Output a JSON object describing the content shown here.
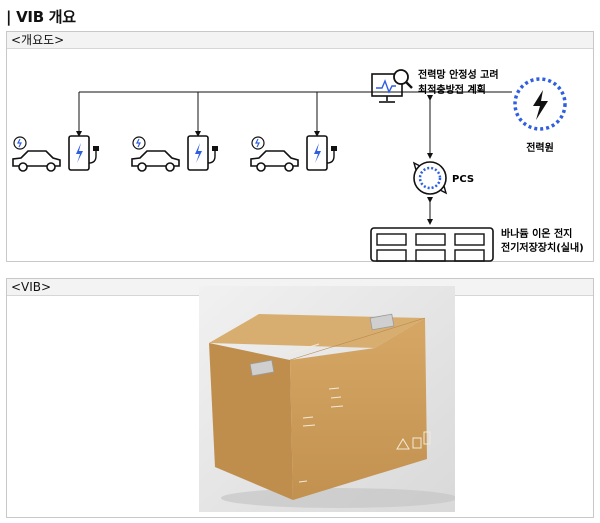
{
  "title": "| VIB 개요",
  "overview_panel": {
    "label": "<개요도>",
    "plan_line1": "전력망 안정성 고려",
    "plan_line2": "최적충방전 계획",
    "power_source": "전력원",
    "pcs": "PCS",
    "battery_line1": "바나듐 이온 전지",
    "battery_line2": "전기저장장치(실내)"
  },
  "vib_panel": {
    "label": "<VIB>"
  },
  "colors": {
    "accent_blue": "#2f5fe0",
    "box_tan": "#c99a57"
  }
}
